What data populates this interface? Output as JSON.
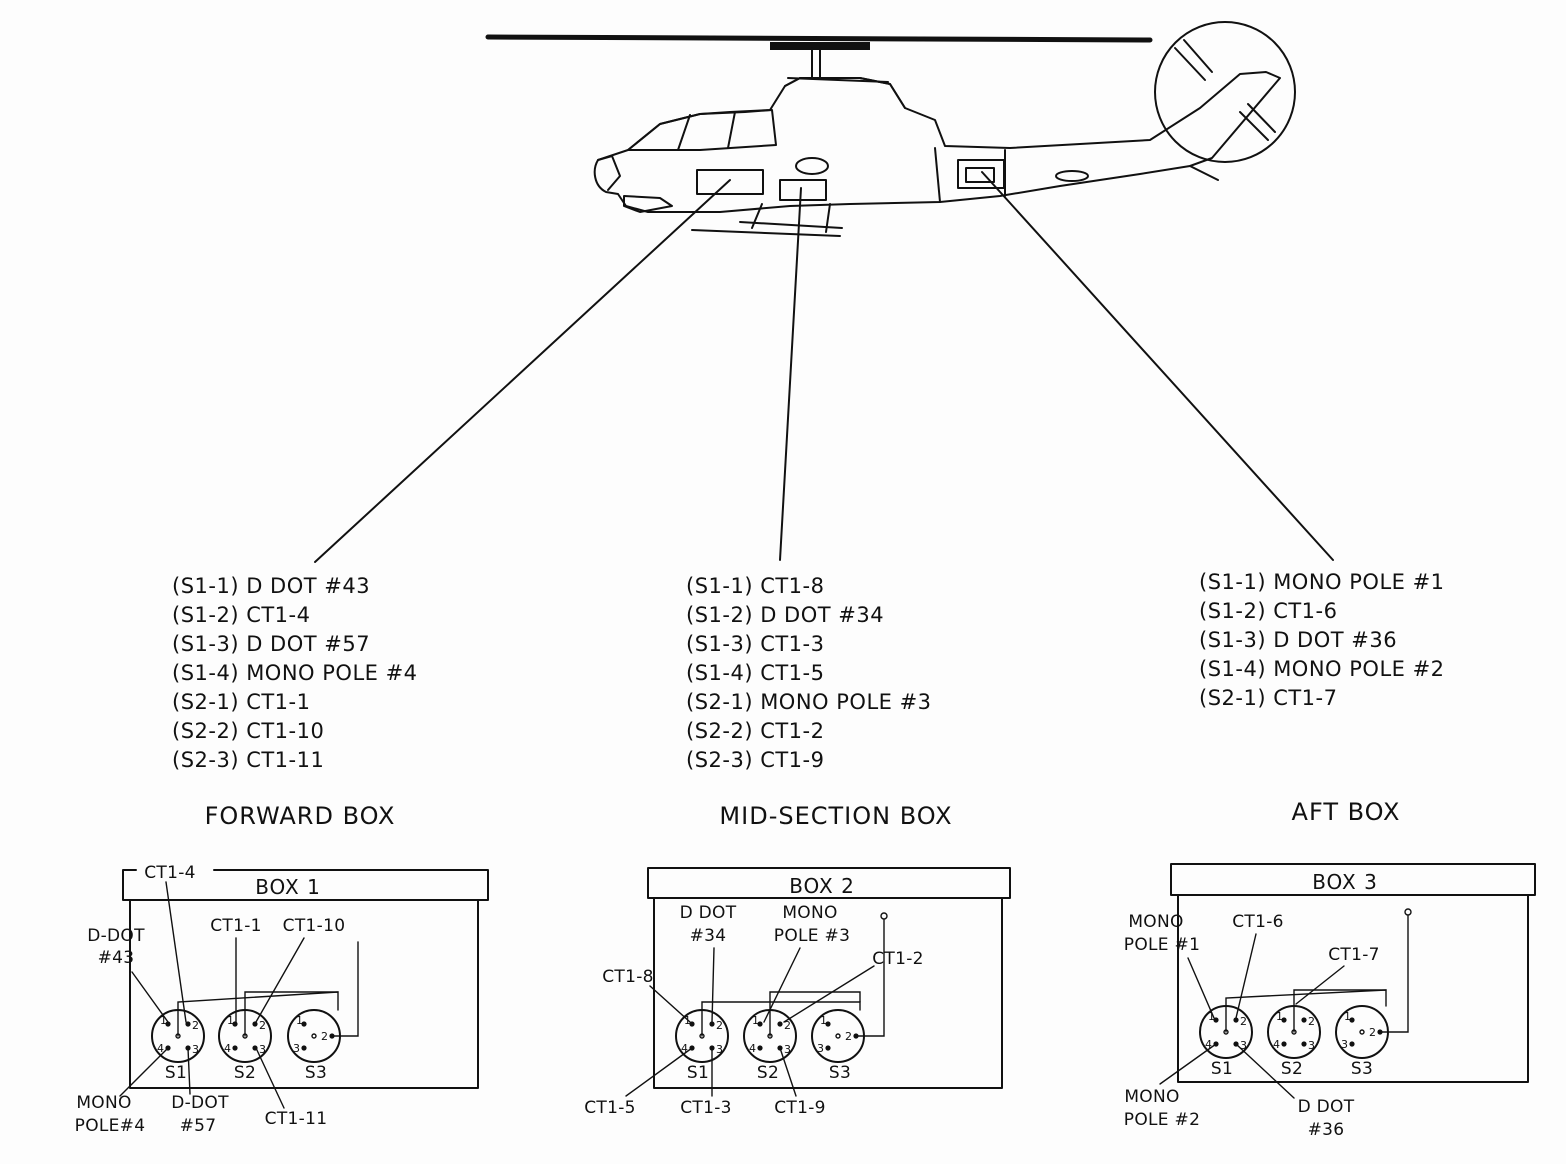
{
  "forward": {
    "connections": [
      "(S1-1)  D DOT #43",
      "(S1-2)  CT1-4",
      "(S1-3)  D DOT #57",
      "(S1-4)  MONO POLE #4",
      "(S2-1)  CT1-1",
      "(S2-2)  CT1-10",
      "(S2-3)  CT1-11"
    ],
    "title": "FORWARD BOX",
    "box_label": "BOX 1",
    "callouts": {
      "ct1_4": "CT1-4",
      "d_dot_43_a": "D-DOT",
      "d_dot_43_b": "#43",
      "ct1_1": "CT1-1",
      "ct1_10": "CT1-10",
      "mono_pole_4_a": "MONO",
      "mono_pole_4_b": "POLE#4",
      "d_dot_57_a": "D-DOT",
      "d_dot_57_b": "#57",
      "ct1_11": "CT1-11"
    },
    "sockets": [
      "S1",
      "S2",
      "S3"
    ]
  },
  "mid": {
    "connections": [
      "(S1-1)  CT1-8",
      "(S1-2)  D DOT #34",
      "(S1-3)  CT1-3",
      "(S1-4)  CT1-5",
      "(S2-1)  MONO POLE #3",
      "(S2-2)  CT1-2",
      "(S2-3)  CT1-9"
    ],
    "title": "MID-SECTION BOX",
    "box_label": "BOX 2",
    "callouts": {
      "d_dot_34_a": "D DOT",
      "d_dot_34_b": "#34",
      "mono_pole_3_a": "MONO",
      "mono_pole_3_b": "POLE #3",
      "ct1_8": "CT1-8",
      "ct1_2": "CT1-2",
      "ct1_5": "CT1-5",
      "ct1_3": "CT1-3",
      "ct1_9": "CT1-9"
    },
    "sockets": [
      "S1",
      "S2",
      "S3"
    ]
  },
  "aft": {
    "connections": [
      "(S1-1)  MONO POLE #1",
      "(S1-2)  CT1-6",
      "(S1-3)  D DOT #36",
      "(S1-4)  MONO POLE #2",
      "(S2-1)  CT1-7"
    ],
    "title": "AFT BOX",
    "box_label": "BOX 3",
    "callouts": {
      "mono_pole_1_a": "MONO",
      "mono_pole_1_b": "POLE #1",
      "ct1_6": "CT1-6",
      "ct1_7": "CT1-7",
      "mono_pole_2_a": "MONO",
      "mono_pole_2_b": "POLE #2",
      "d_dot_36_a": "D DOT",
      "d_dot_36_b": "#36"
    },
    "sockets": [
      "S1",
      "S2",
      "S3"
    ]
  },
  "pin_numbers": [
    "1",
    "2",
    "3",
    "4"
  ],
  "helicopter": {
    "fuselage_marking": ""
  },
  "colors": {
    "ink": "#111111",
    "paper": "#fdfdfd"
  }
}
